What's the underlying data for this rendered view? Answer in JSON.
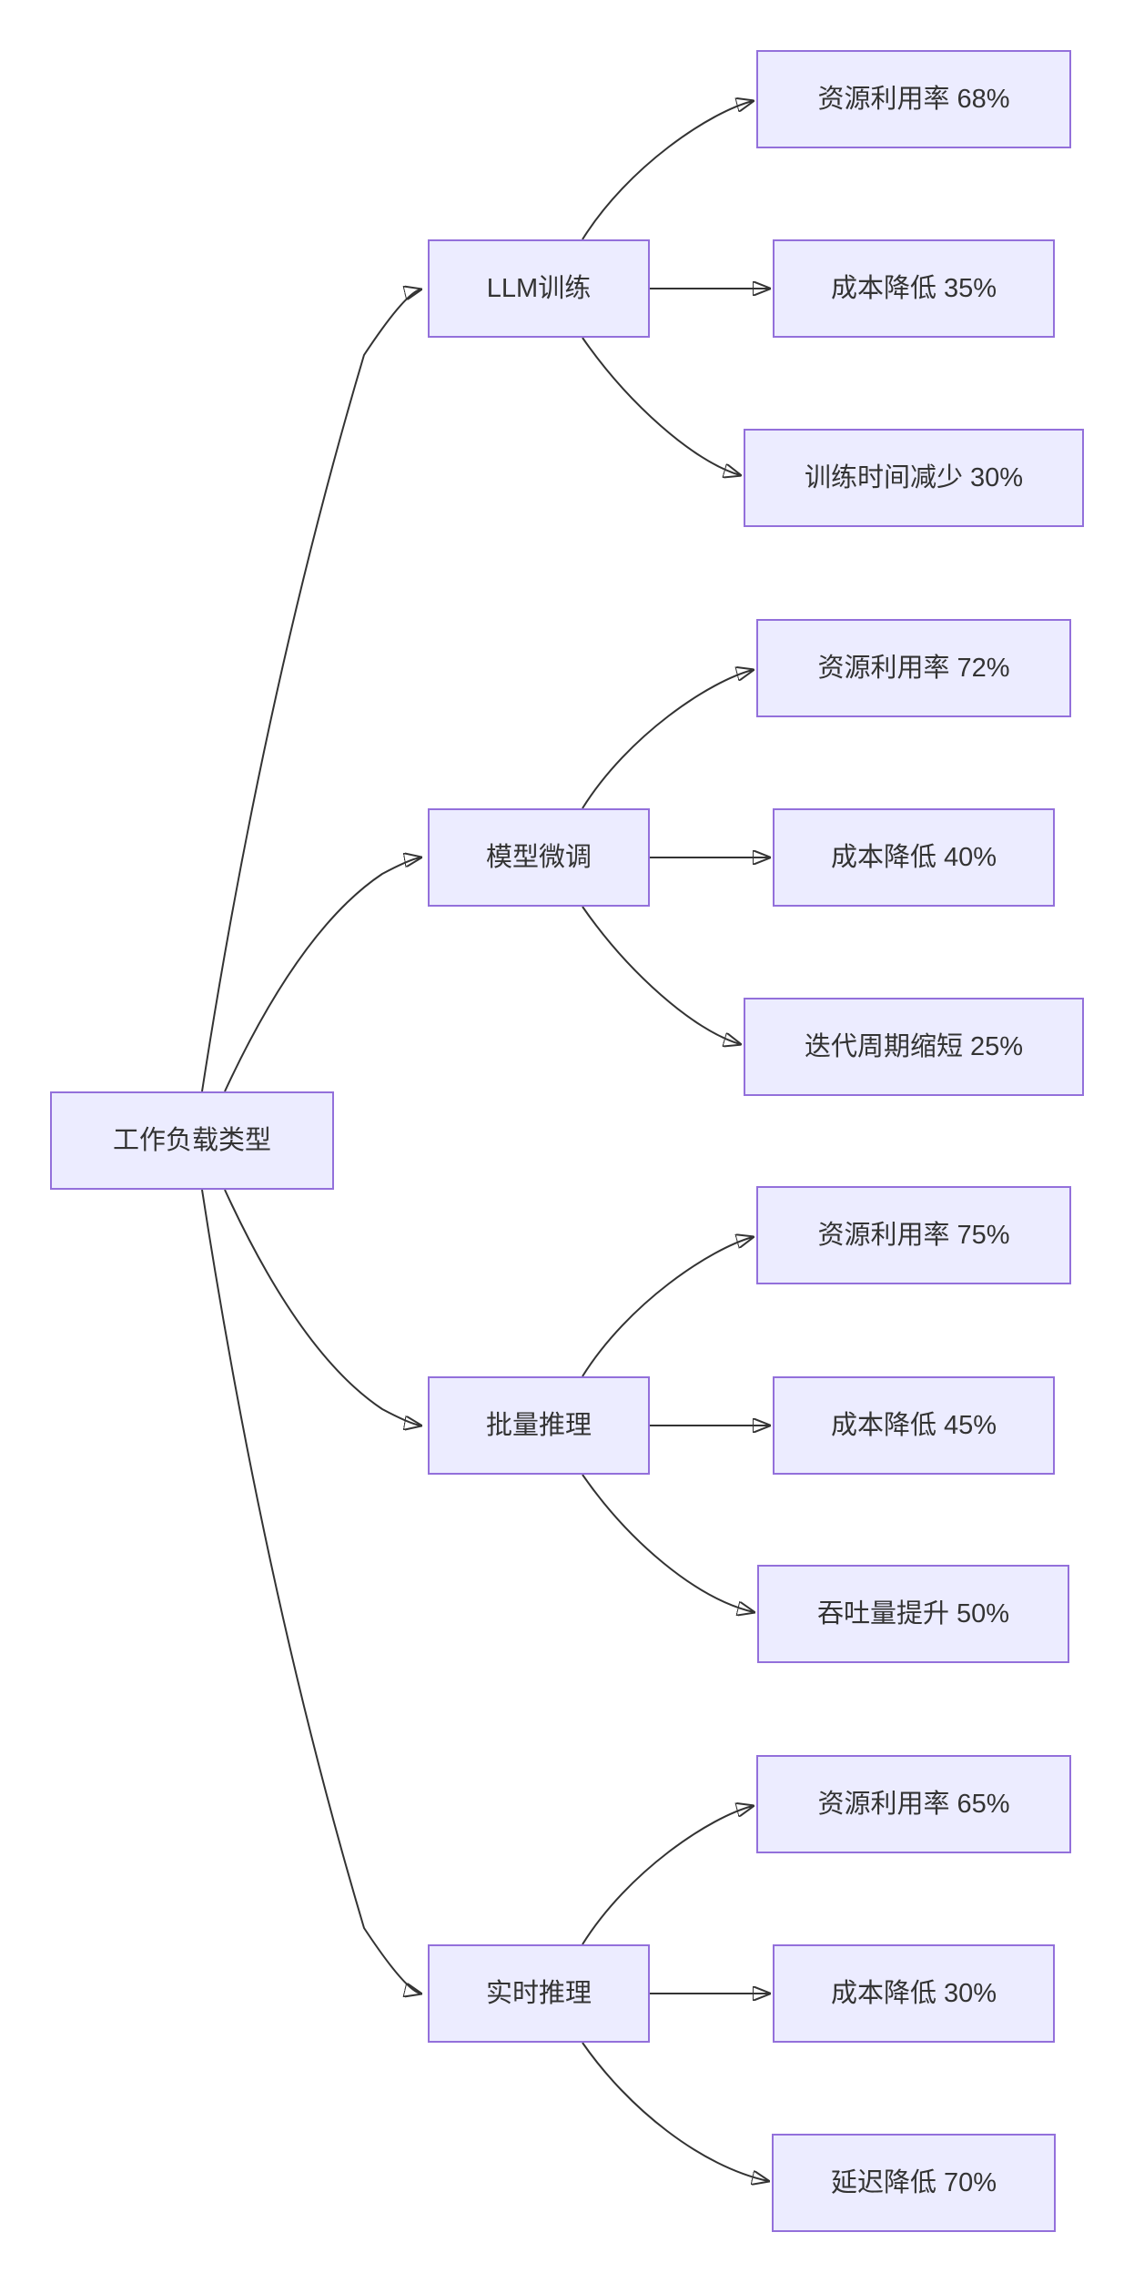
{
  "diagram": {
    "type": "flowchart",
    "direction": "left-to-right",
    "root": {
      "label": "工作负载类型"
    },
    "branches": [
      {
        "label": "LLM训练",
        "metrics": [
          "资源利用率 68%",
          "成本降低 35%",
          "训练时间减少 30%"
        ]
      },
      {
        "label": "模型微调",
        "metrics": [
          "资源利用率 72%",
          "成本降低 40%",
          "迭代周期缩短 25%"
        ]
      },
      {
        "label": "批量推理",
        "metrics": [
          "资源利用率 75%",
          "成本降低 45%",
          "吞吐量提升 50%"
        ]
      },
      {
        "label": "实时推理",
        "metrics": [
          "资源利用率 65%",
          "成本降低 30%",
          "延迟降低 70%"
        ]
      }
    ],
    "colors": {
      "node_fill": "#ECECFF",
      "node_border": "#9370DB",
      "edge": "#333333",
      "text": "#333333",
      "background": "#FFFFFF"
    }
  }
}
